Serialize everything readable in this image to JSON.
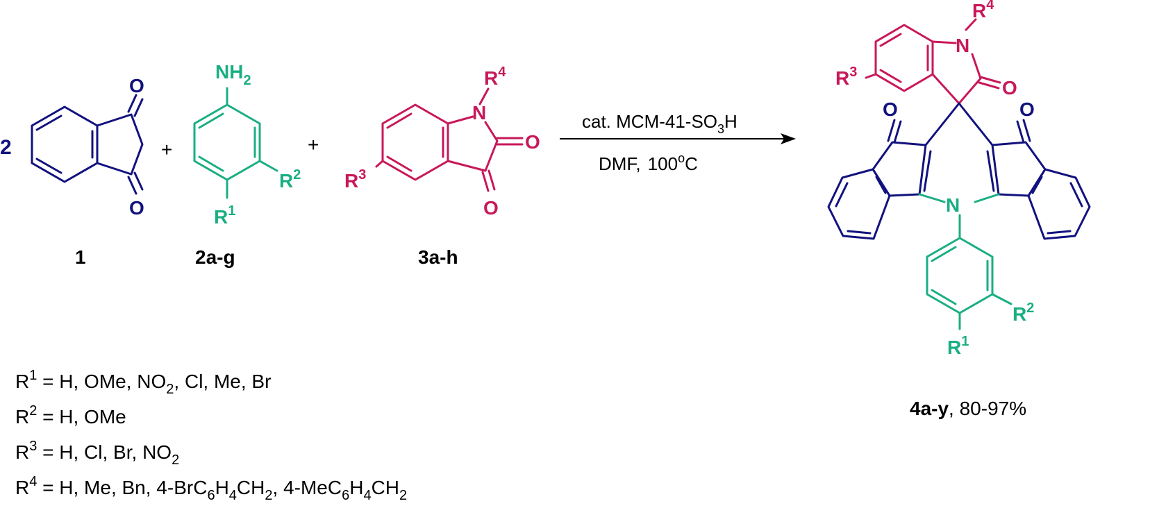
{
  "colors": {
    "core": "#12127f",
    "amine": "#1aae83",
    "isatin": "#c8185a",
    "text": "#000000"
  },
  "atoms": {
    "O": "O",
    "N": "N",
    "NH": "NH",
    "two": "2",
    "R": "R",
    "n1": "1",
    "n2": "2",
    "n3": "3",
    "n4": "4"
  },
  "reactants": {
    "coefficient": "2",
    "plus": "+",
    "indandione_label": "1",
    "aniline_label": "2a-g",
    "isatin_label": "3a-h"
  },
  "conditions": {
    "catalyst_prefix": "cat. MCM-41-SO",
    "catalyst_sub": "3",
    "catalyst_suffix": "H",
    "solvent": "DMF,",
    "temp_value": "100",
    "temp_deg": "o",
    "temp_unit": "C"
  },
  "product": {
    "label": "4a-y",
    "yield": ", 80-97%"
  },
  "substituents": {
    "r1_values": " = H, OMe, NO",
    "r1_sub": "2",
    "r1_tail": ", Cl, Me, Br",
    "r2_values": " = H, OMe",
    "r3_values": " = H, Cl, Br, NO",
    "r3_sub": "2",
    "r4_values": " = H, Me, Bn, 4-BrC",
    "r4_s1": "6",
    "r4_m1": "H",
    "r4_s2": "4",
    "r4_m2": "CH",
    "r4_s3": "2",
    "r4_m3": ", 4-MeC",
    "r4_s4": "6",
    "r4_m4": "H",
    "r4_s5": "4",
    "r4_m5": "CH",
    "r4_s6": "2"
  }
}
